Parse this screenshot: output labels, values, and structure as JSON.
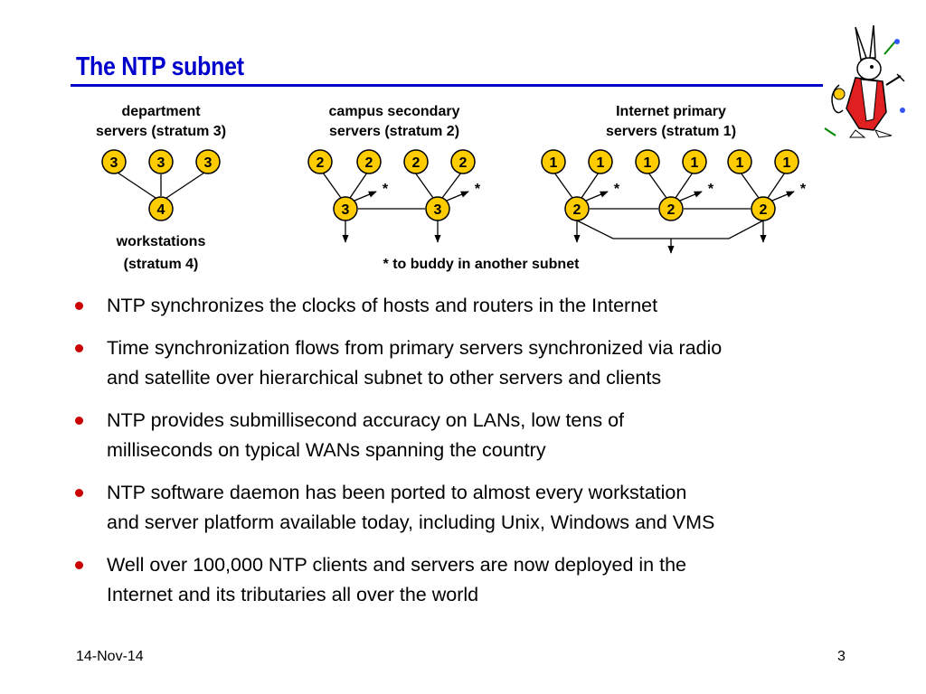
{
  "slide": {
    "title": "The NTP subnet",
    "footer_date": "14-Nov-14",
    "page_number": "3"
  },
  "diagram": {
    "department_label": [
      "department",
      "servers (stratum 3)"
    ],
    "campus_label": [
      "campus secondary",
      "servers (stratum 2)"
    ],
    "internet_label": [
      "Internet primary",
      "servers (stratum 1)"
    ],
    "workstations_label": [
      "workstations",
      "(stratum 4)"
    ],
    "buddy_note": "* to buddy in another subnet",
    "star": "*",
    "department": {
      "servers": [
        "3",
        "3",
        "3"
      ],
      "workstation": "4"
    },
    "campus": {
      "servers": [
        "2",
        "2",
        "2",
        "2"
      ],
      "secondaries": [
        "3",
        "3"
      ]
    },
    "internet": {
      "primaries": [
        "1",
        "1",
        "1",
        "1",
        "1",
        "1"
      ],
      "secondaries": [
        "2",
        "2",
        "2"
      ]
    },
    "node_color": "#ffcc00"
  },
  "bullets": [
    {
      "lines": [
        "NTP synchronizes the clocks of hosts and routers in the Internet"
      ]
    },
    {
      "lines": [
        "Time synchronization flows from primary servers synchronized via radio",
        "and satellite over hierarchical subnet to other servers and clients"
      ]
    },
    {
      "lines": [
        "NTP provides submillisecond accuracy on LANs, low tens of",
        "milliseconds on typical WANs spanning the country"
      ]
    },
    {
      "lines": [
        "NTP software daemon has been ported to almost every workstation",
        "and server platform available today, including Unix, Windows and VMS"
      ]
    },
    {
      "lines": [
        "Well over 100,000 NTP clients and servers are now deployed in the",
        "Internet and its tributaries all over the world"
      ]
    }
  ]
}
